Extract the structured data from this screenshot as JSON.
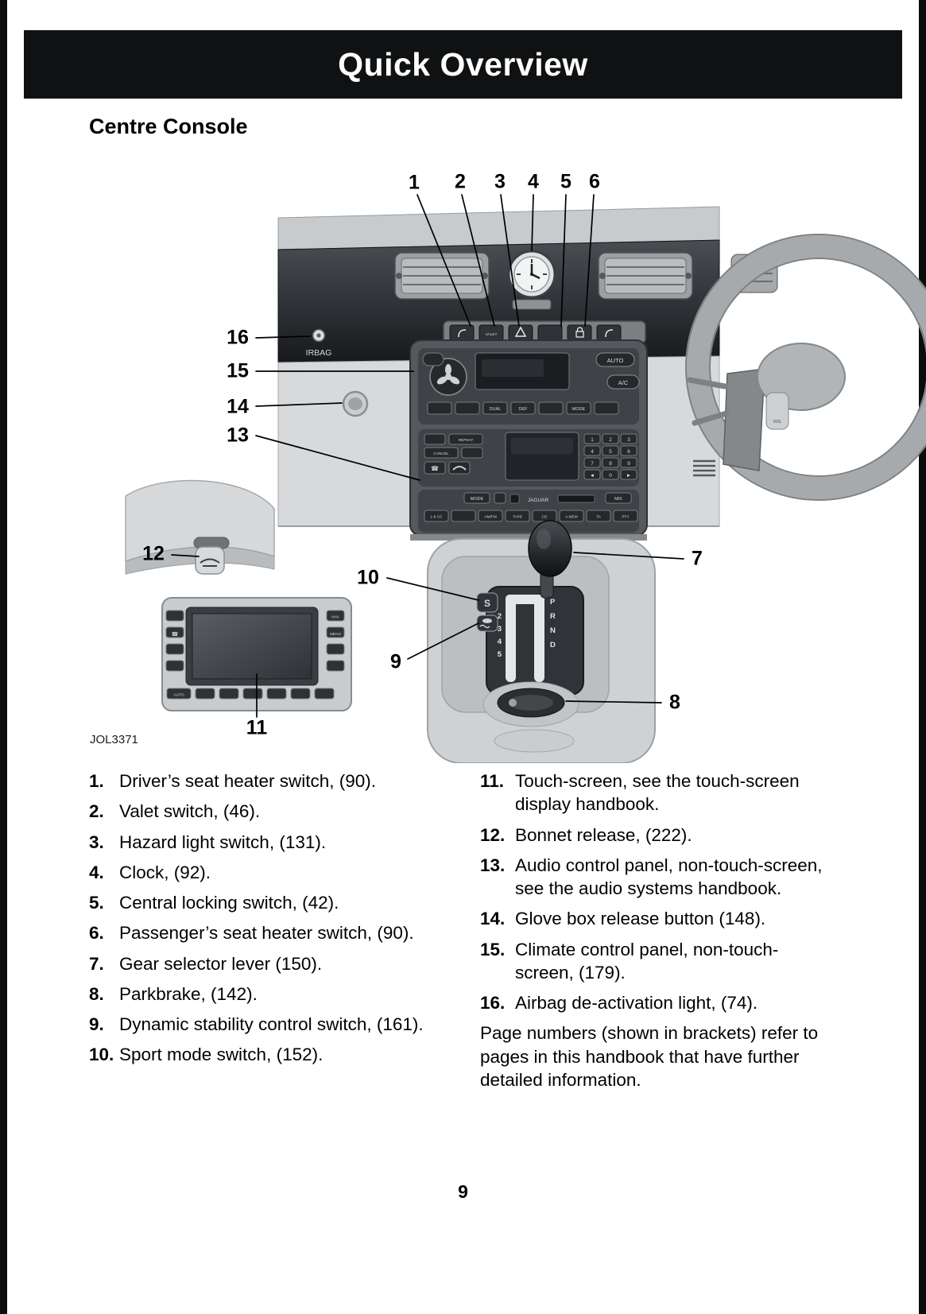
{
  "page": {
    "header_title": "Quick Overview",
    "section_title": "Centre Console",
    "figure_code": "JOL3371",
    "page_number": "9"
  },
  "diagram": {
    "callouts": [
      "1",
      "2",
      "3",
      "4",
      "5",
      "6",
      "7",
      "8",
      "9",
      "10",
      "11",
      "12",
      "13",
      "14",
      "15",
      "16"
    ],
    "labels": {
      "irbag": "IRBAG",
      "valet": "VALET",
      "auto_climate": "AUTO",
      "ac": "A/C",
      "dual": "DUAL",
      "def": "DEF",
      "mode_climate": "MODE",
      "repeat": "REPEAT",
      "cancel": "CANCEL",
      "mode_audio": "MODE",
      "jaguar": "JAGUAR",
      "mix": "MIX",
      "cc": "1-6 CC",
      "amfm": "AM/FM",
      "tape": "TAPE",
      "cd": "CD",
      "amem": "A MEM",
      "ta": "TA",
      "pty": "PTY",
      "nav": "NAV",
      "menu": "MENU",
      "auto_touch": "AUTO",
      "vol": "VOL",
      "sport": "S",
      "gear_p": "P",
      "gear_r": "R",
      "gear_n": "N",
      "gear_d": "D",
      "gear_2": "2",
      "gear_3": "3",
      "gear_4": "4",
      "gear_5": "5"
    },
    "keypad": [
      "1",
      "2",
      "3",
      "4",
      "5",
      "6",
      "7",
      "8",
      "9",
      "◄",
      "0",
      "►"
    ]
  },
  "legend": {
    "left": [
      {
        "num": "1.",
        "text": "Driver’s seat heater switch, (90)."
      },
      {
        "num": "2.",
        "text": "Valet switch, (46)."
      },
      {
        "num": "3.",
        "text": "Hazard light switch, (131)."
      },
      {
        "num": "4.",
        "text": "Clock, (92)."
      },
      {
        "num": "5.",
        "text": "Central locking switch, (42)."
      },
      {
        "num": "6.",
        "text": "Passenger’s seat heater switch, (90)."
      },
      {
        "num": "7.",
        "text": "Gear selector lever (150)."
      },
      {
        "num": "8.",
        "text": "Parkbrake, (142)."
      },
      {
        "num": "9.",
        "text": "Dynamic stability control switch, (161)."
      },
      {
        "num": "10.",
        "text": "Sport mode switch, (152)."
      }
    ],
    "right": [
      {
        "num": "11.",
        "text": "Touch-screen, see the touch-screen display handbook."
      },
      {
        "num": "12.",
        "text": "Bonnet release, (222)."
      },
      {
        "num": "13.",
        "text": "Audio control panel, non-touch-screen, see the audio systems handbook."
      },
      {
        "num": "14.",
        "text": "Glove box release button (148)."
      },
      {
        "num": "15.",
        "text": "Climate control panel, non-touch-screen, (179)."
      },
      {
        "num": "16.",
        "text": "Airbag de-activation light, (74)."
      }
    ],
    "footnote": "Page numbers (shown in brackets) refer to pages in this handbook that have further detailed information."
  }
}
